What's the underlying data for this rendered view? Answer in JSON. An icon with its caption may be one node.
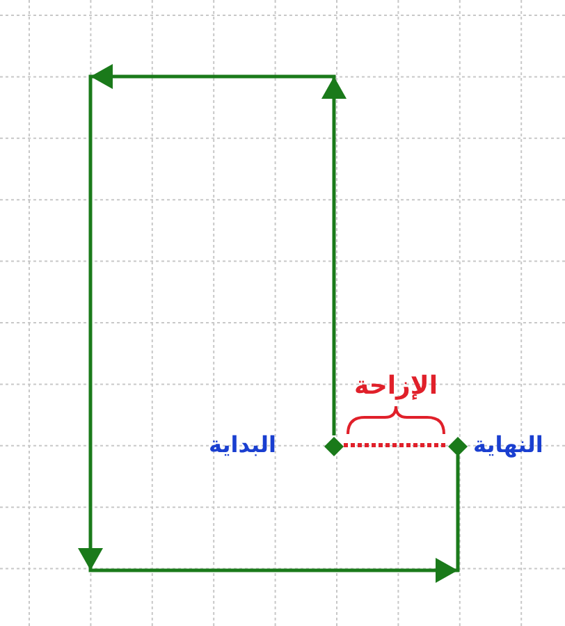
{
  "diagram": {
    "nodes": [
      {
        "text": [],
        "shape": "diamond",
        "beside": [
          "البداية"
        ]
      },
      {
        "text": [],
        "shape": "diamond",
        "beside": [
          "النهاية"
        ]
      }
    ],
    "edges": [
      {
        "from": 0,
        "to": 1,
        "arrow": "to",
        "color": "#1a7a1a"
      },
      {
        "from": 0,
        "to": 1,
        "arrow": "none",
        "style": "dashed",
        "color": "#e0202a"
      }
    ],
    "labels": [
      "الإزاحة"
    ]
  }
}
